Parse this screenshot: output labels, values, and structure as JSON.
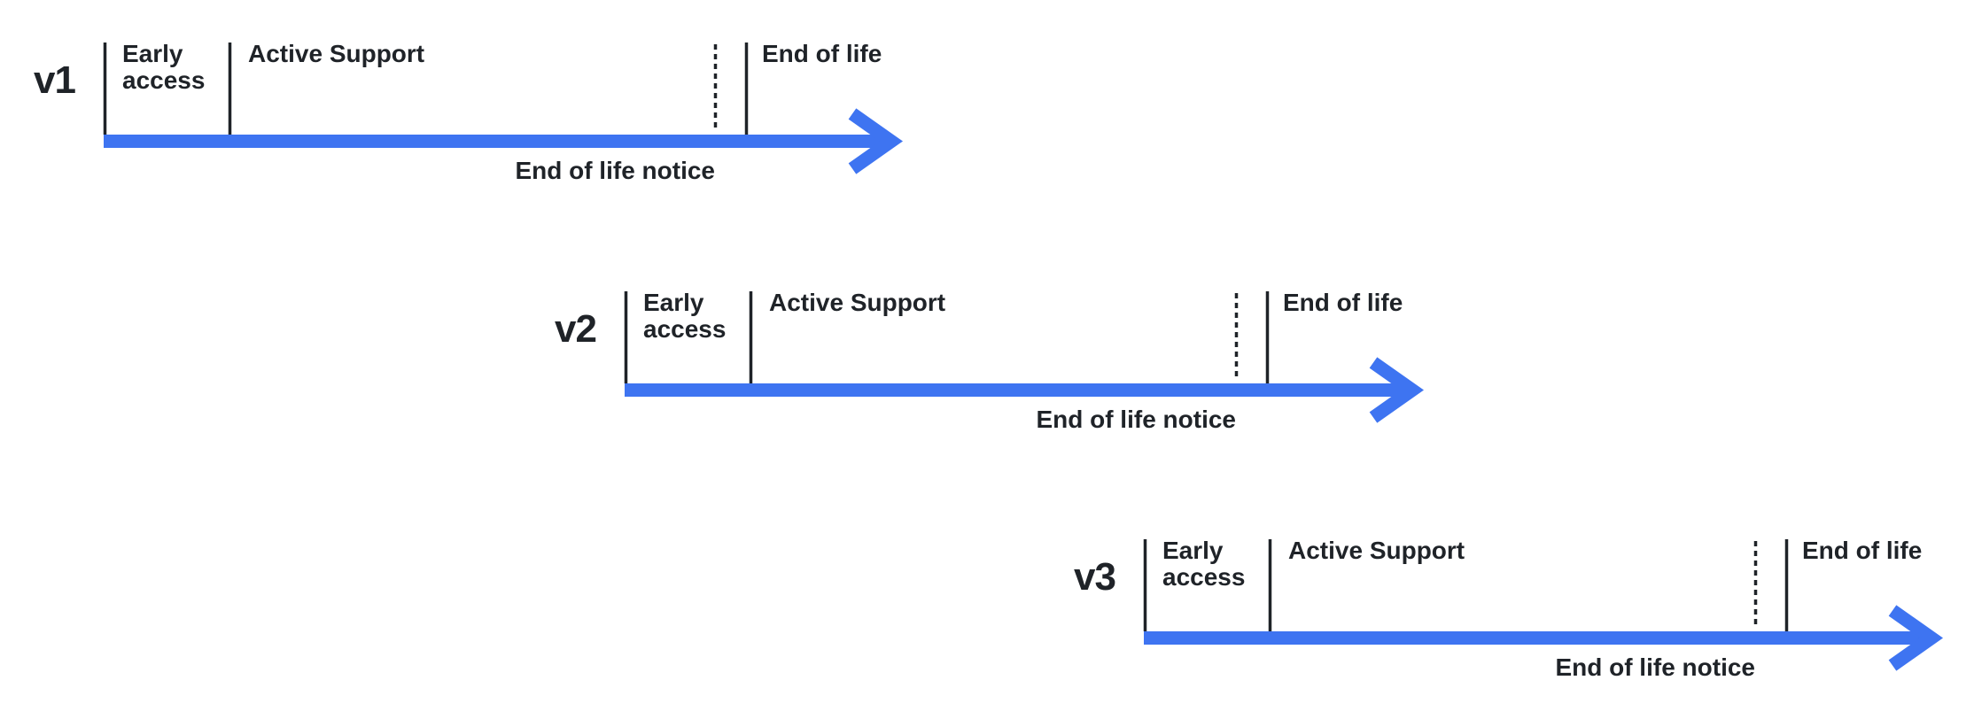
{
  "colors": {
    "arrow_blue": "#3E74F1",
    "ink": "#1F2328",
    "background": "#FFFFFF"
  },
  "versions": [
    {
      "label": "v1",
      "phases": {
        "early_access": "Early access",
        "active_support": "Active Support",
        "end_of_life": "End of life"
      },
      "notice": "End of life notice"
    },
    {
      "label": "v2",
      "phases": {
        "early_access": "Early access",
        "active_support": "Active Support",
        "end_of_life": "End of life"
      },
      "notice": "End of life notice"
    },
    {
      "label": "v3",
      "phases": {
        "early_access": "Early access",
        "active_support": "Active Support",
        "end_of_life": "End of life"
      },
      "notice": "End of life notice"
    }
  ]
}
